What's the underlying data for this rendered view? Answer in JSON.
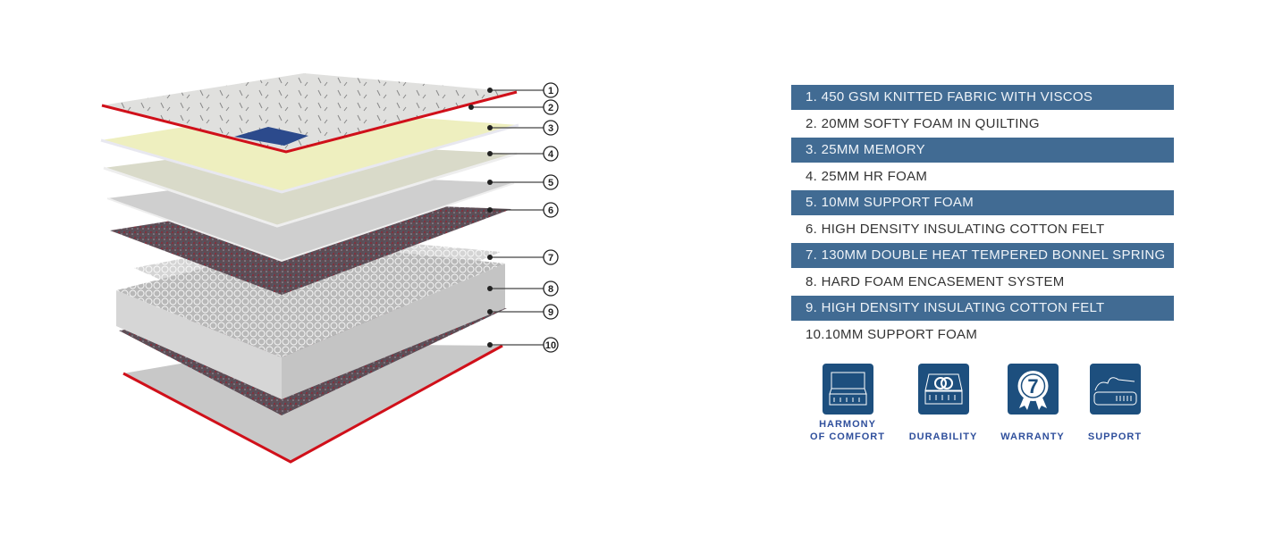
{
  "callouts": [
    "1",
    "2",
    "3",
    "4",
    "5",
    "6",
    "7",
    "8",
    "9",
    "10"
  ],
  "layers": [
    "1. 450 GSM KNITTED FABRIC WITH VISCOS",
    "2. 20MM SOFTY FOAM IN QUILTING",
    "3. 25MM MEMORY",
    "4. 25MM HR FOAM",
    "5. 10MM SUPPORT FOAM",
    "6. HIGH DENSITY INSULATING COTTON FELT",
    "7. 130MM DOUBLE HEAT TEMPERED BONNEL SPRING",
    "8. HARD FOAM ENCASEMENT SYSTEM",
    "9. HIGH DENSITY INSULATING COTTON FELT",
    "10.10MM SUPPORT FOAM"
  ],
  "features": [
    {
      "icon": "mattress-icon",
      "label_line1": "HARMONY",
      "label_line2": "OF COMFORT"
    },
    {
      "icon": "interlocking-rings-mattress-icon",
      "label_line1": "DURABILITY",
      "label_line2": ""
    },
    {
      "icon": "warranty-badge-icon",
      "badge_text": "7",
      "label_line1": "WARRANTY",
      "label_line2": ""
    },
    {
      "icon": "person-sleeping-icon",
      "label_line1": "SUPPORT",
      "label_line2": ""
    }
  ],
  "colors": {
    "row_blue": "#416b93",
    "icon_blue": "#1d4f7e",
    "label_blue": "#2f4f9c",
    "edge_red": "#d0101a"
  }
}
